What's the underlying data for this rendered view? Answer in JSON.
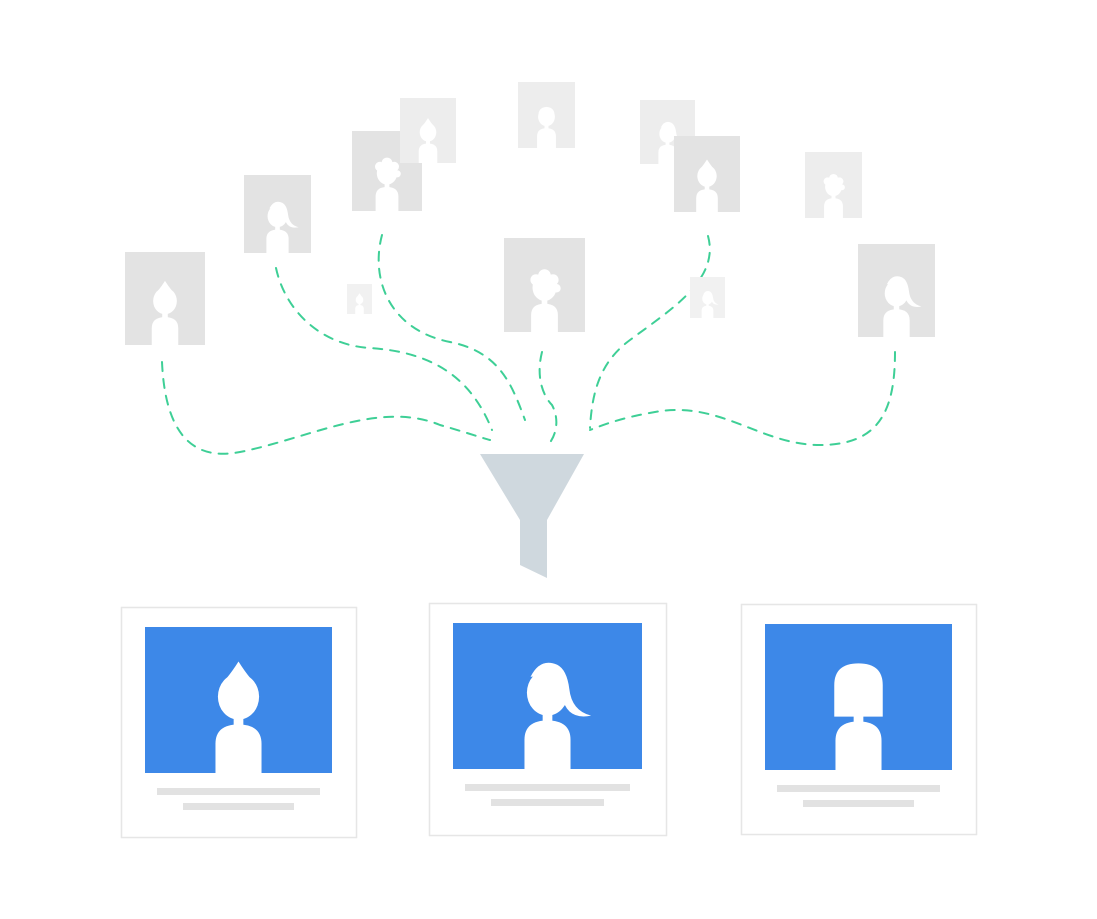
{
  "colors": {
    "background": "#ffffff",
    "photo_bg_dark": "#e3e3e3",
    "photo_bg_light": "#ededed",
    "photo_bg_faint": "#f1f1f1",
    "silhouette": "#ffffff",
    "connector": "#3ecf96",
    "funnel": "#cfd8de",
    "card_border": "#e6e6e6",
    "card_photo": "#3d88e8",
    "card_text_line": "#e2e2e2"
  },
  "icons": {
    "candidate": "person-silhouette-icon",
    "filter": "funnel-icon"
  },
  "candidates": [
    {
      "id": "c1",
      "hair": "bun",
      "tone": "dark"
    },
    {
      "id": "c2",
      "hair": "ponytail",
      "tone": "dark"
    },
    {
      "id": "c3",
      "hair": "curly",
      "tone": "dark"
    },
    {
      "id": "c4",
      "hair": "bun",
      "tone": "light"
    },
    {
      "id": "c5",
      "hair": "short",
      "tone": "light"
    },
    {
      "id": "c6",
      "hair": "ponytail",
      "tone": "light"
    },
    {
      "id": "c7",
      "hair": "bun",
      "tone": "dark"
    },
    {
      "id": "c8",
      "hair": "curly",
      "tone": "light"
    },
    {
      "id": "c9",
      "hair": "ponytail",
      "tone": "dark"
    },
    {
      "id": "c10",
      "hair": "curly",
      "tone": "dark"
    },
    {
      "id": "c11",
      "hair": "bun",
      "tone": "faint"
    },
    {
      "id": "c12",
      "hair": "ponytail",
      "tone": "faint"
    }
  ],
  "selected_profiles": [
    {
      "id": "p1",
      "hair": "bun"
    },
    {
      "id": "p2",
      "hair": "ponytail"
    },
    {
      "id": "p3",
      "hair": "bob"
    }
  ]
}
